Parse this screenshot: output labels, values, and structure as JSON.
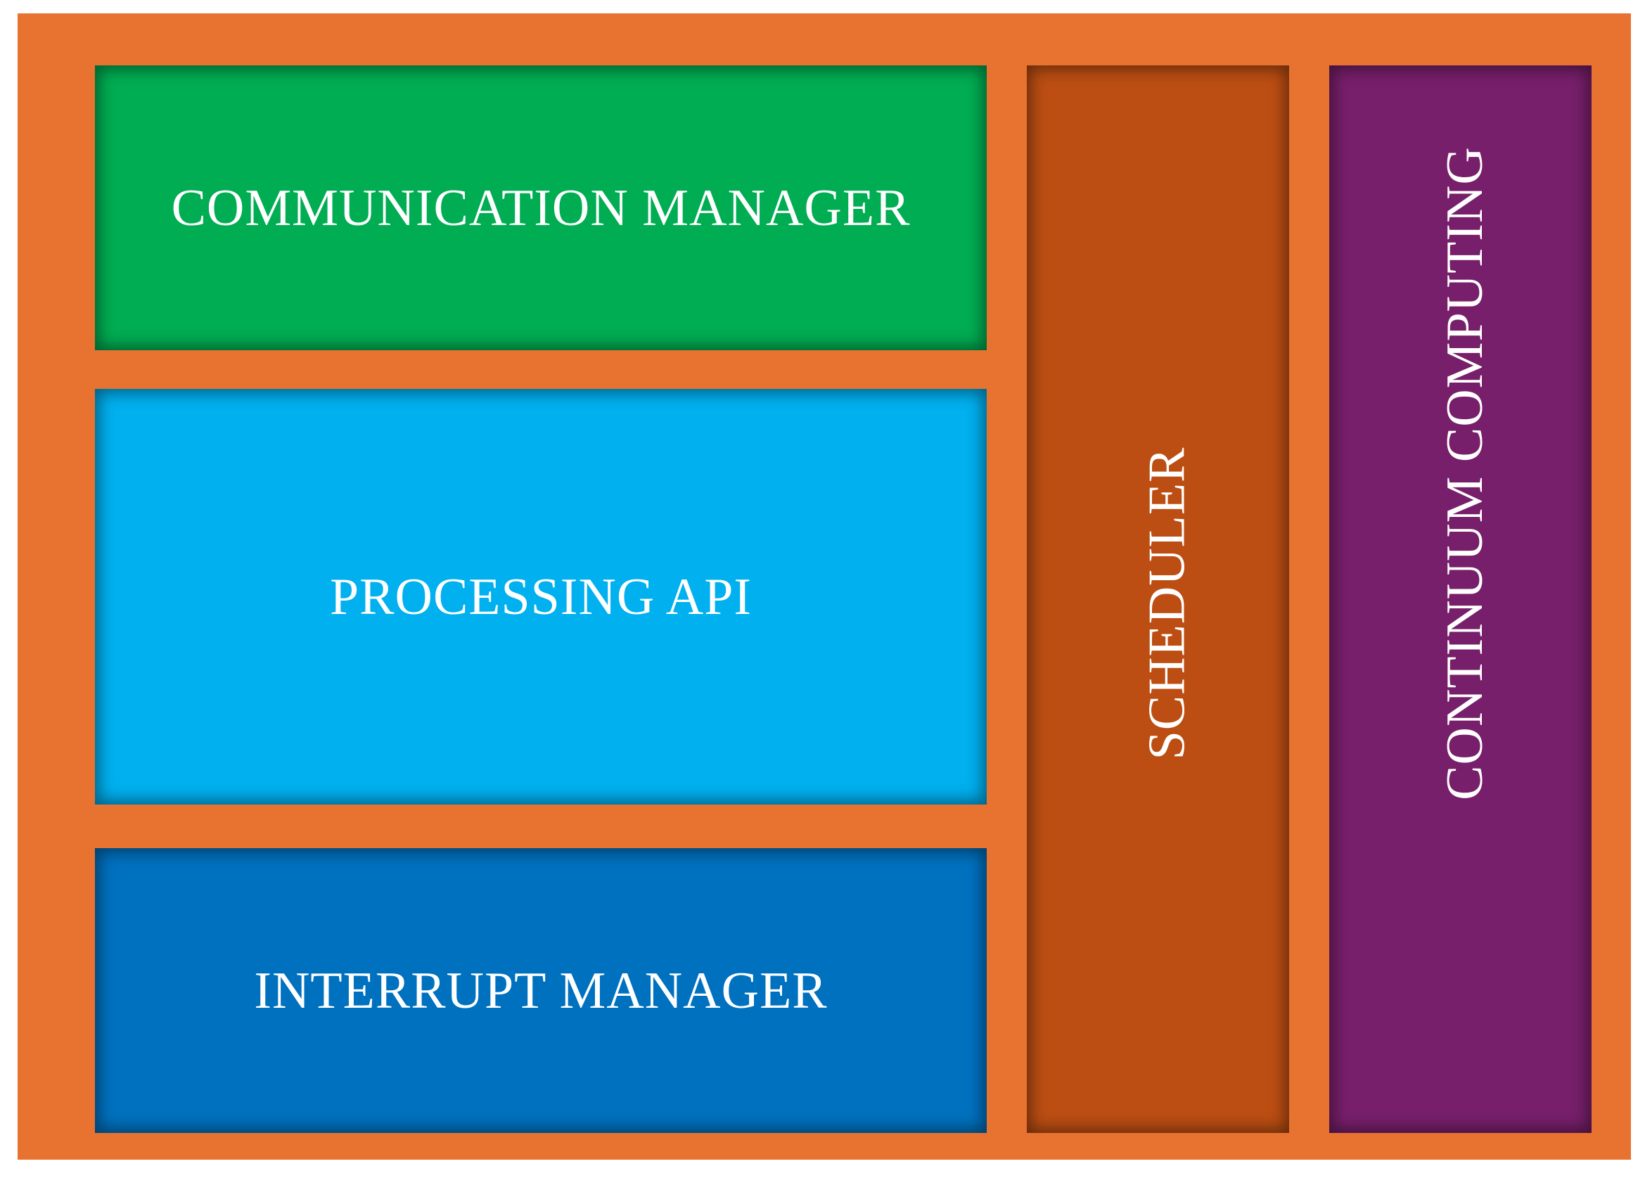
{
  "colors": {
    "frame": "#e8722f",
    "communication_manager": "#00ad52",
    "processing_api": "#00b0ef",
    "interrupt_manager": "#0071bf",
    "scheduler": "#bc4e13",
    "continuum_computing": "#771f6a",
    "text": "#ffffff"
  },
  "blocks": {
    "communication_manager": "COMMUNICATION MANAGER",
    "processing_api": "PROCESSING API",
    "interrupt_manager": "INTERRUPT MANAGER",
    "scheduler": "SCHEDULER",
    "continuum_computing": "CONTINUUM COMPUTING"
  }
}
